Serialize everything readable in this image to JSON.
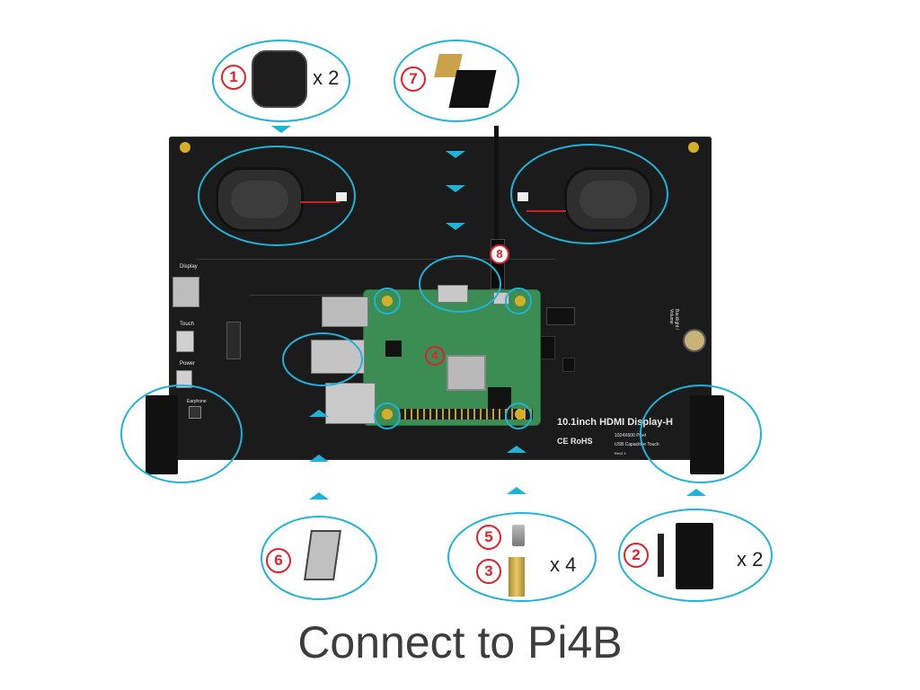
{
  "panel": {
    "title": "10.1inch HDMI Display-H",
    "resolution": "1024X600 Pixel",
    "touch": "USB Capacitive Touch",
    "rev": "Rev2.1",
    "certs": "CE RoHS",
    "labels": {
      "display": "Display",
      "touch": "Touch",
      "power": "Power",
      "earphone": "Earphone",
      "backlight": "Backlight / Volume"
    }
  },
  "parts": {
    "speaker": {
      "number": "1",
      "qty": "x 2"
    },
    "bracket": {
      "number": "2",
      "qty": "x 2"
    },
    "standoff": {
      "number": "3"
    },
    "screw": {
      "number": "5",
      "qty": "x 4"
    },
    "usb_adapter": {
      "number": "6"
    },
    "hdmi_adapter": {
      "number": "7"
    },
    "pi_board": {
      "number": "4"
    },
    "cable": {
      "number": "8"
    }
  },
  "caption": "Connect to Pi4B",
  "colors": {
    "accent": "#1fb3d9",
    "marker": "#e0202a",
    "panel": "#1b1b1b"
  }
}
